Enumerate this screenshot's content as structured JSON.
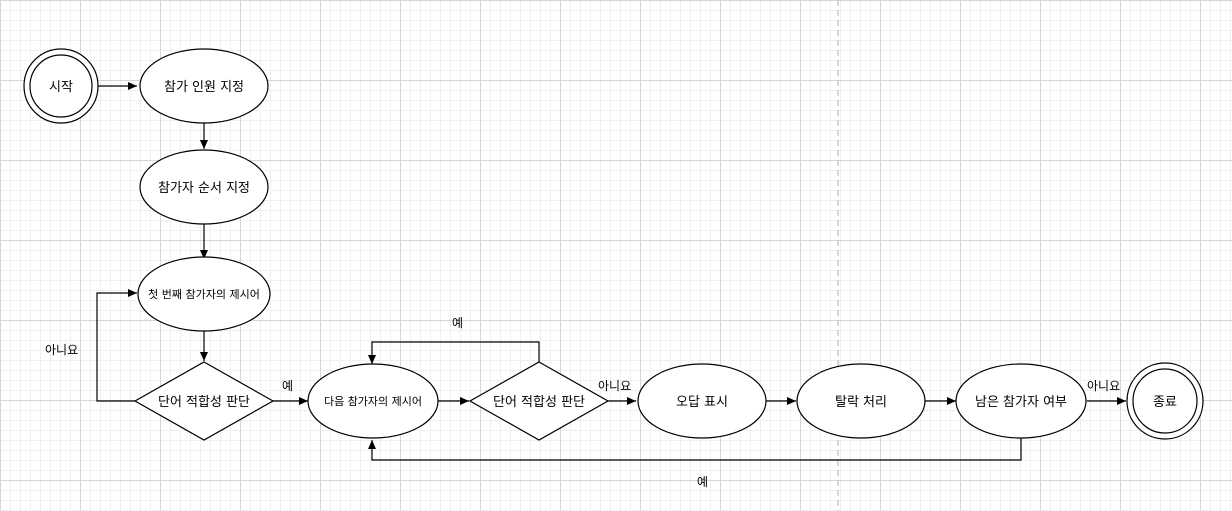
{
  "diagram": {
    "nodes": {
      "start": "시작",
      "set_count": "참가 인원 지정",
      "set_order": "참가자 순서 지정",
      "first_word": "첫 번째 참가자의 제시어",
      "check1": "단어 적합성 판단",
      "next_word": "다음 참가자의 제시어",
      "check2": "단어 적합성 판단",
      "wrong": "오답 표시",
      "eliminate": "탈락 처리",
      "remaining": "남은 참가자 여부",
      "end": "종료"
    },
    "edge_labels": {
      "check1_no": "아니요",
      "check1_yes": "예",
      "check2_yes": "예",
      "check2_no": "아니요",
      "remaining_no": "아니요",
      "remaining_yes": "예"
    }
  }
}
